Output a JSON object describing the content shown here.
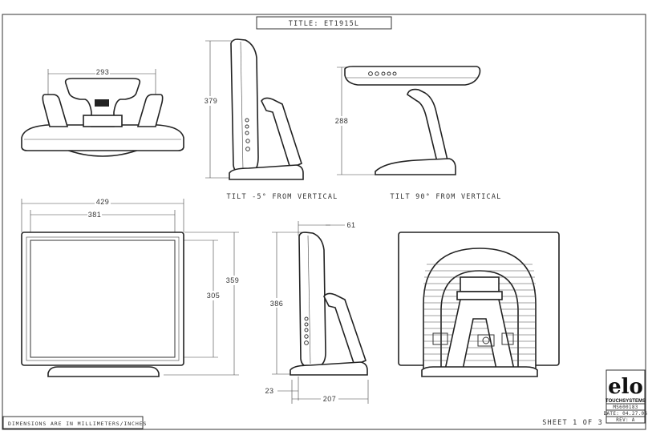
{
  "title": "TITLE: ET1915L",
  "views": {
    "top_view": {
      "width_dim": "293"
    },
    "side_tilt_minus5": {
      "height_dim": "379",
      "caption": "TILT -5° FROM VERTICAL"
    },
    "side_tilt_90": {
      "height_dim": "288",
      "caption": "TILT 90° FROM VERTICAL"
    },
    "front_view": {
      "overall_width": "429",
      "screen_width": "381",
      "screen_height": "305",
      "overall_height": "359"
    },
    "side_view": {
      "depth_dim": "61",
      "height_dim": "386",
      "offset_dim": "23",
      "base_dim": "207"
    },
    "rear_view": {}
  },
  "logo": {
    "text": "elo",
    "company": "TOUCHSYSTEMS"
  },
  "title_block": {
    "drawing_number": "MS600183",
    "date": "DATE: 04.27.06",
    "revision": "REV: A"
  },
  "footer": {
    "units_note": "DIMENSIONS ARE IN MILLIMETERS/INCHES",
    "sheet": "SHEET 1 OF 3"
  }
}
